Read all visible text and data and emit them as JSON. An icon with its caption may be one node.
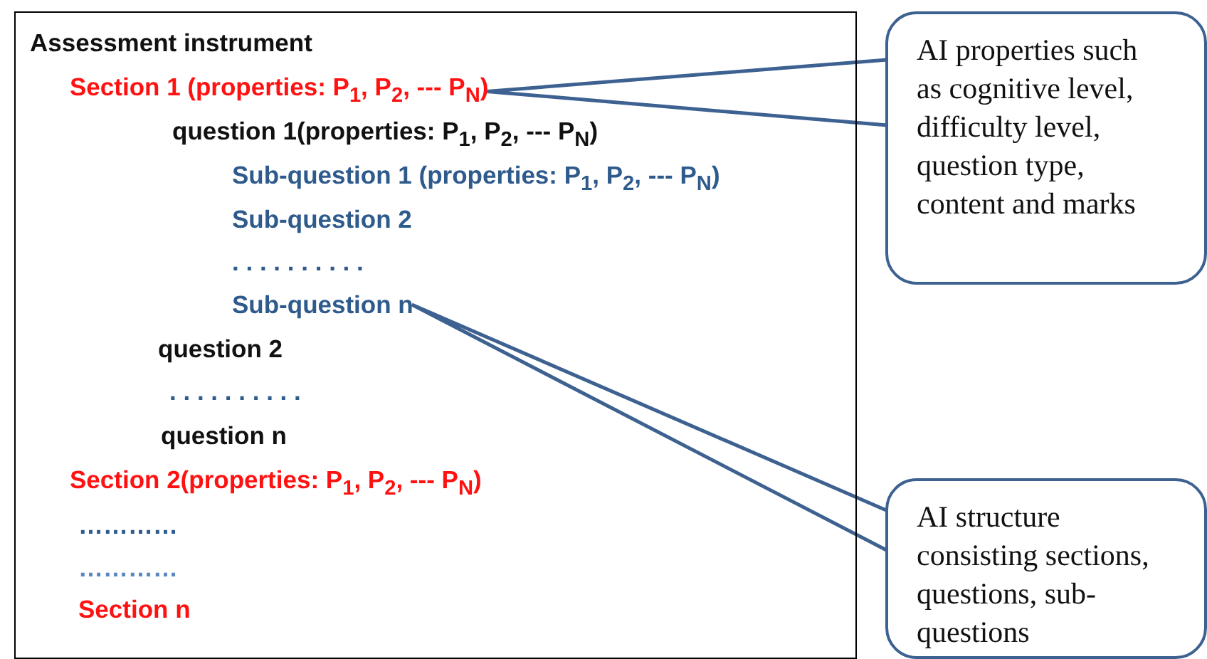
{
  "diagram": {
    "nodes": [
      {
        "text": [
          "Assessment instrument"
        ]
      },
      {
        "text": [
          "Section 1 (properties: P$_{1}$, P$_{2}$, --- P$_{N}$)"
        ],
        "in": 0
      },
      {
        "text": [
          "Sub-question n"
        ],
        "in": 0
      },
      {
        "text": [
          "AI properties such as cognitive level, difficulty level, question  type, content and marks"
        ]
      },
      {
        "text": [
          "AI structure consisting sections, questions, sub-questions"
        ]
      }
    ],
    "edges": [
      {
        "from": 3,
        "to": 1,
        "arrow": "none"
      },
      {
        "from": 4,
        "to": 2,
        "arrow": "none"
      }
    ],
    "labels": [
      "question 1(properties: P$_{1}$, P$_{2}$, --- P$_{N}$)",
      "Sub-question 1 (properties: P$_{1}$, P$_{2}$, --- P$_{N}$)",
      "Sub-question 2",
      ". . . . . . . . . .",
      "question 2",
      ". . . . . . . . . .",
      "question n",
      "Section 2(properties: P$_{1}$, P$_{2}$, --- P$_{N}$)",
      "…………",
      "…………",
      "Section n"
    ]
  }
}
